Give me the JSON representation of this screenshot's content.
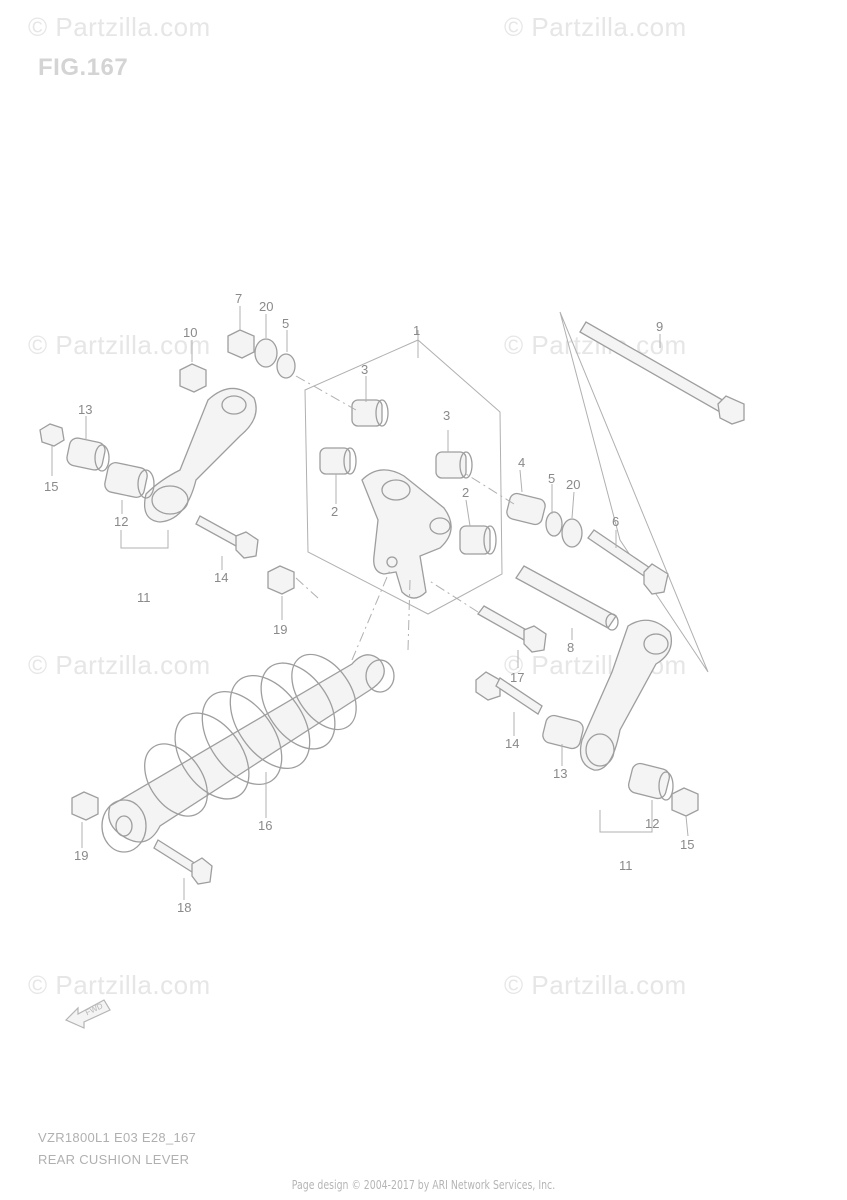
{
  "figure": {
    "title": "FIG.167"
  },
  "watermarks": [
    "© Partzilla.com",
    "© Partzilla.com",
    "© Partzilla.com",
    "© Partzilla.com",
    "© Partzilla.com",
    "© Partzilla.com",
    "© Partzilla.com",
    "© Partzilla.com"
  ],
  "callouts": [
    "7",
    "20",
    "5",
    "10",
    "1",
    "9",
    "3",
    "13",
    "3",
    "15",
    "2",
    "4",
    "5",
    "20",
    "12",
    "2",
    "6",
    "14",
    "11",
    "19",
    "8",
    "17",
    "14",
    "13",
    "16",
    "12",
    "19",
    "11",
    "15",
    "18"
  ],
  "forward_arrow": {
    "label": "FWD",
    "icon": "forward-arrow-icon"
  },
  "caption": {
    "model_code": "VZR1800L1 E03 E28_167",
    "section_title": "REAR CUSHION LEVER"
  },
  "footer": {
    "text": "Page design © 2004-2017 by ARI Network Services, Inc."
  }
}
